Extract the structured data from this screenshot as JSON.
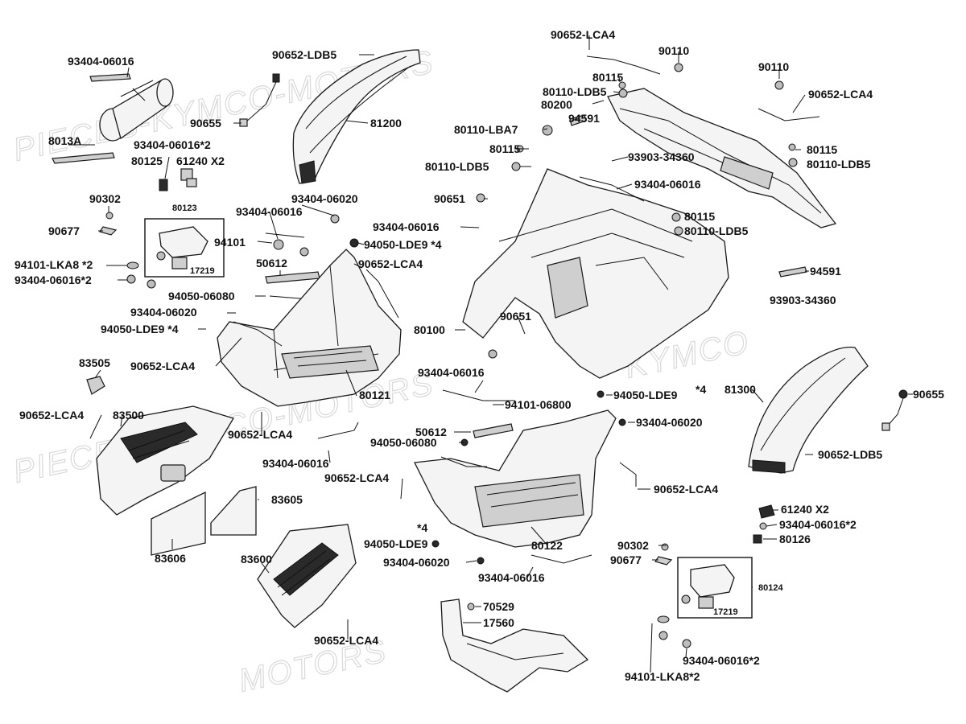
{
  "watermarks": [
    {
      "text": "PIECES-KYMCO-MOTORS"
    },
    {
      "text": "PIECES-KYMCO-MOTORS"
    },
    {
      "text": "KYMCO"
    },
    {
      "text": "MOTORS"
    }
  ],
  "labels": [
    {
      "id": "l1",
      "text": "93404-06016"
    },
    {
      "id": "l2",
      "text": "8013A"
    },
    {
      "id": "l3",
      "text": "90655"
    },
    {
      "id": "l4",
      "text": "93404-06016*2"
    },
    {
      "id": "l5",
      "text": "80125"
    },
    {
      "id": "l6",
      "text": "61240 X2"
    },
    {
      "id": "l7",
      "text": "90652-LDB5"
    },
    {
      "id": "l8",
      "text": "81200"
    },
    {
      "id": "l9",
      "text": "90302"
    },
    {
      "id": "l10",
      "text": "80123"
    },
    {
      "id": "l11",
      "text": "90677"
    },
    {
      "id": "l12",
      "text": "17219"
    },
    {
      "id": "l13",
      "text": "94101-LKA8 *2"
    },
    {
      "id": "l14",
      "text": "93404-06016*2"
    },
    {
      "id": "l15",
      "text": "93404-06020"
    },
    {
      "id": "l16",
      "text": "93404-06016"
    },
    {
      "id": "l17",
      "text": "94101"
    },
    {
      "id": "l18",
      "text": "94050-LDE9 *4"
    },
    {
      "id": "l19",
      "text": "50612"
    },
    {
      "id": "l20",
      "text": "90652-LCA4"
    },
    {
      "id": "l21",
      "text": "94050-06080"
    },
    {
      "id": "l22",
      "text": "93404-06020"
    },
    {
      "id": "l23",
      "text": "94050-LDE9 *4"
    },
    {
      "id": "l24",
      "text": "90652-LCA4"
    },
    {
      "id": "l25",
      "text": "83505"
    },
    {
      "id": "l26",
      "text": "80121"
    },
    {
      "id": "l27",
      "text": "90652-LCA4"
    },
    {
      "id": "l28",
      "text": "83500"
    },
    {
      "id": "l29",
      "text": "90652-LCA4"
    },
    {
      "id": "l30",
      "text": "93404-06016"
    },
    {
      "id": "l31",
      "text": "83605"
    },
    {
      "id": "l32",
      "text": "83606"
    },
    {
      "id": "l33",
      "text": "83600"
    },
    {
      "id": "l34",
      "text": "90652-LCA4"
    },
    {
      "id": "l35",
      "text": "90652-LCA4"
    },
    {
      "id": "l36",
      "text": "90110"
    },
    {
      "id": "l37",
      "text": "80115"
    },
    {
      "id": "l38",
      "text": "80110-LDB5"
    },
    {
      "id": "l39",
      "text": "80200"
    },
    {
      "id": "l40",
      "text": "94591"
    },
    {
      "id": "l41",
      "text": "80110-LBA7"
    },
    {
      "id": "l42",
      "text": "80115"
    },
    {
      "id": "l43",
      "text": "93903-34360"
    },
    {
      "id": "l44",
      "text": "80110-LDB5"
    },
    {
      "id": "l45",
      "text": "90110"
    },
    {
      "id": "l46",
      "text": "90652-LCA4"
    },
    {
      "id": "l47",
      "text": "80115"
    },
    {
      "id": "l48",
      "text": "80110-LDB5"
    },
    {
      "id": "l49",
      "text": "93404-06016"
    },
    {
      "id": "l50",
      "text": "90651"
    },
    {
      "id": "l51",
      "text": "93404-06016"
    },
    {
      "id": "l52",
      "text": "80115"
    },
    {
      "id": "l53",
      "text": "80110-LDB5"
    },
    {
      "id": "l54",
      "text": "94591"
    },
    {
      "id": "l55",
      "text": "93903-34360"
    },
    {
      "id": "l56",
      "text": "90651"
    },
    {
      "id": "l57",
      "text": "80100"
    },
    {
      "id": "l58",
      "text": "93404-06016"
    },
    {
      "id": "l59",
      "text": "94101-06800"
    },
    {
      "id": "l60",
      "text": "94050-LDE9"
    },
    {
      "id": "l61",
      "text": "*4"
    },
    {
      "id": "l62",
      "text": "81300"
    },
    {
      "id": "l63",
      "text": "90655"
    },
    {
      "id": "l64",
      "text": "93404-06020"
    },
    {
      "id": "l65",
      "text": "50612"
    },
    {
      "id": "l66",
      "text": "94050-06080"
    },
    {
      "id": "l67",
      "text": "90652-LDB5"
    },
    {
      "id": "l68",
      "text": "90652-LCA4"
    },
    {
      "id": "l69",
      "text": "90652-LCA4"
    },
    {
      "id": "l70",
      "text": "*4"
    },
    {
      "id": "l71",
      "text": "94050-LDE9"
    },
    {
      "id": "l72",
      "text": "80122"
    },
    {
      "id": "l73",
      "text": "93404-06020"
    },
    {
      "id": "l74",
      "text": "93404-06016"
    },
    {
      "id": "l75",
      "text": "61240 X2"
    },
    {
      "id": "l76",
      "text": "93404-06016*2"
    },
    {
      "id": "l77",
      "text": "80126"
    },
    {
      "id": "l78",
      "text": "90302"
    },
    {
      "id": "l79",
      "text": "90677"
    },
    {
      "id": "l80",
      "text": "80124"
    },
    {
      "id": "l81",
      "text": "17219"
    },
    {
      "id": "l82",
      "text": "70529"
    },
    {
      "id": "l83",
      "text": "17560"
    },
    {
      "id": "l84",
      "text": "93404-06016*2"
    },
    {
      "id": "l85",
      "text": "94101-LKA8*2"
    }
  ]
}
